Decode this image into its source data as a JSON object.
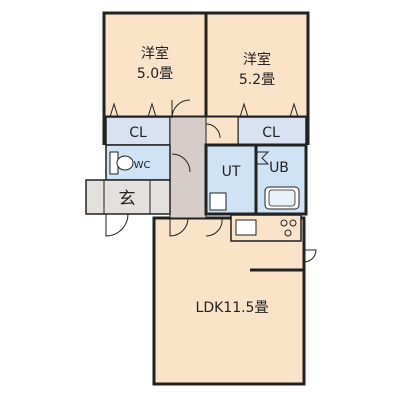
{
  "rooms": {
    "western_room_left": {
      "name": "洋室",
      "size": "5.0畳"
    },
    "western_room_right": {
      "name": "洋室",
      "size": "5.2畳"
    },
    "closet_left": {
      "label": "CL"
    },
    "closet_right": {
      "label": "CL"
    },
    "toilet": {
      "label": "WC"
    },
    "entrance": {
      "label": "玄"
    },
    "utility": {
      "label": "UT"
    },
    "bath": {
      "label": "UB"
    },
    "ldk": {
      "label": "LDK11.5畳"
    }
  },
  "colors": {
    "room_fill": "#fbe3c8",
    "wet_fill": "#cfe3f7",
    "hall_fill": "#d7cdc8",
    "closet_fill": "#d9e2f3",
    "entrance_fill": "#e4e0dd",
    "wall": "#222222"
  }
}
